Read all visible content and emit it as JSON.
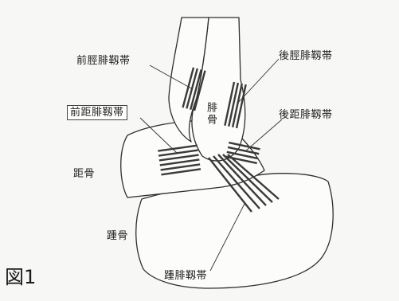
{
  "figure": {
    "number_label": "図1"
  },
  "labels": {
    "anterior_tibiofibular_ligament": "前脛腓靱帯",
    "posterior_tibiofibular_ligament": "後脛腓靱帯",
    "anterior_talofibular_ligament": "前距腓靱帯",
    "posterior_talofibular_ligament": "後距腓靱帯",
    "fibula": "腓骨",
    "talus": "距骨",
    "calcaneus": "踵骨",
    "calcaneofibular_ligament": "踵腓靱帯"
  }
}
